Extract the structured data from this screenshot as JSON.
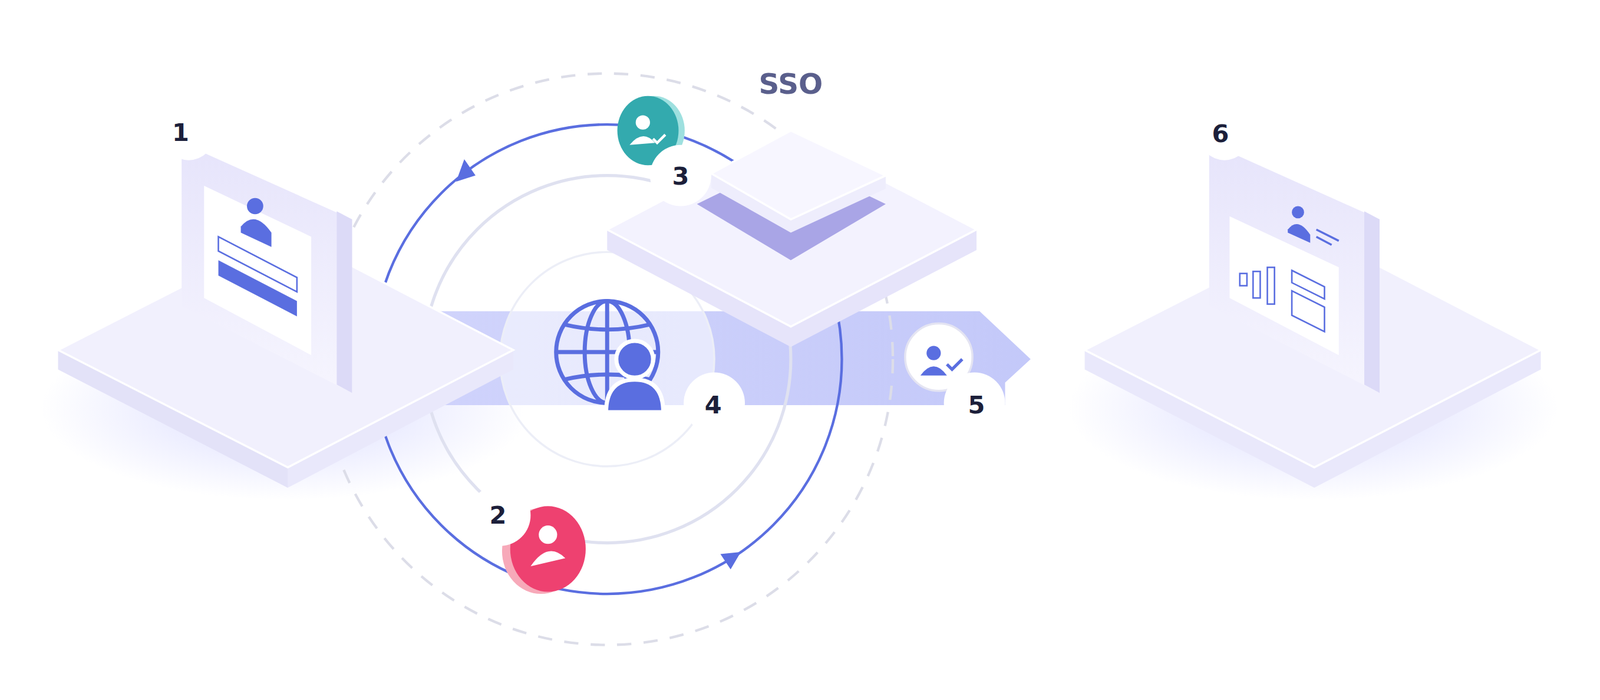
{
  "diagram": {
    "labels": [
      "1",
      "SSO",
      "3",
      "6",
      "4",
      "5",
      "2"
    ]
  }
}
